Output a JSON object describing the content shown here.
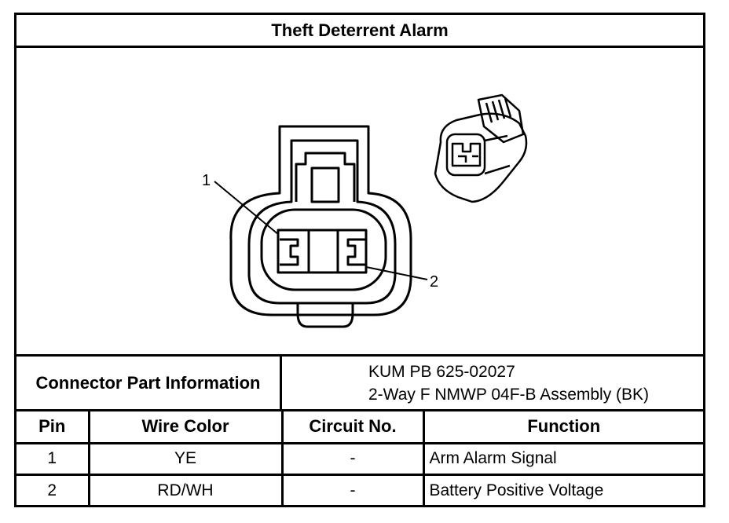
{
  "title": "Theft Deterrent Alarm",
  "figure": {
    "callouts": [
      "1",
      "2"
    ]
  },
  "connector_part_information": {
    "label": "Connector Part Information",
    "lines": [
      "KUM PB 625-02027",
      "2-Way F NMWP 04F-B Assembly (BK)"
    ]
  },
  "table": {
    "headers": [
      "Pin",
      "Wire Color",
      "Circuit No.",
      "Function"
    ],
    "rows": [
      {
        "pin": "1",
        "wire_color": "YE",
        "circuit": "-",
        "function": "Arm Alarm Signal"
      },
      {
        "pin": "2",
        "wire_color": "RD/WH",
        "circuit": "-",
        "function": "Battery Positive Voltage"
      }
    ]
  }
}
